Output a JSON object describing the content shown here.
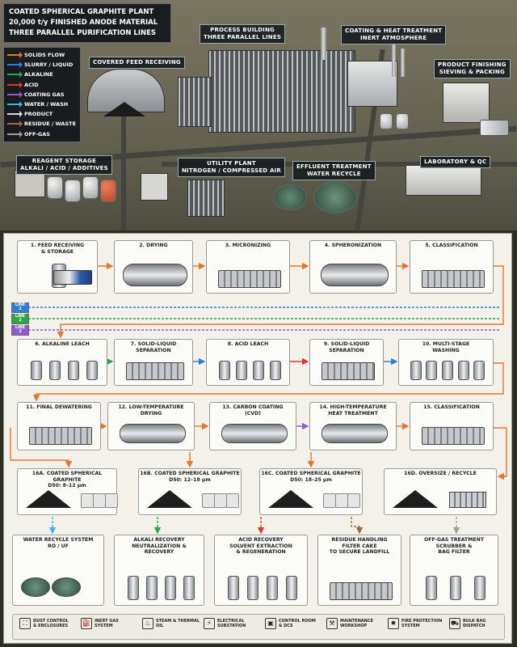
{
  "header": {
    "title_lines": [
      "COATED SPHERICAL GRAPHITE PLANT",
      "20,000 t/y FINISHED ANODE MATERIAL",
      "THREE PARALLEL PURIFICATION LINES"
    ]
  },
  "legend": [
    {
      "label": "SOLIDS FLOW",
      "color": "#e8742a"
    },
    {
      "label": "SLURRY / LIQUID",
      "color": "#2f7ed8"
    },
    {
      "label": "ALKALINE",
      "color": "#29a84a"
    },
    {
      "label": "ACID",
      "color": "#d83a2f"
    },
    {
      "label": "COATING GAS",
      "color": "#8f5bd1"
    },
    {
      "label": "WATER / WASH",
      "color": "#35b6e6"
    },
    {
      "label": "PRODUCT",
      "color": "#d8d8d8"
    },
    {
      "label": "RESIDUE / WASTE",
      "color": "#a36b32"
    },
    {
      "label": "OFF-GAS",
      "color": "#9aa39a"
    }
  ],
  "aerial_labels": {
    "covered_feed": "COVERED FEED RECEIVING",
    "process_building": [
      "PROCESS BUILDING",
      "THREE PARALLEL LINES"
    ],
    "coating": [
      "COATING & HEAT TREATMENT",
      "INERT ATMOSPHERE"
    ],
    "finishing": [
      "PRODUCT FINISHING",
      "SIEVING & PACKING"
    ],
    "reagent": [
      "REAGENT STORAGE",
      "ALKALI / ACID / ADDITIVES"
    ],
    "utility": [
      "UTILITY PLANT",
      "NITROGEN / COMPRESSED AIR"
    ],
    "effluent": [
      "EFFLUENT TREATMENT",
      "WATER RECYCLE"
    ],
    "laboratory": "LABORATORY & QC"
  },
  "steps_row1": [
    [
      "1. FEED RECEIVING",
      "& STORAGE"
    ],
    [
      "2. DRYING"
    ],
    [
      "3. MICRONIZING"
    ],
    [
      "4. SPHERONIZATION"
    ],
    [
      "5. CLASSIFICATION"
    ]
  ],
  "line_tags": [
    {
      "text": [
        "LINE",
        "1"
      ],
      "color": "#2f7ed8"
    },
    {
      "text": [
        "LINE",
        "2"
      ],
      "color": "#29a84a"
    },
    {
      "text": [
        "LINE",
        "3"
      ],
      "color": "#8f5bd1"
    }
  ],
  "steps_row2": [
    [
      "6. ALKALINE LEACH"
    ],
    [
      "7. SOLID-LIQUID",
      "SEPARATION"
    ],
    [
      "8. ACID LEACH"
    ],
    [
      "9. SOLID-LIQUID",
      "SEPARATION"
    ],
    [
      "10. MULTI-STAGE",
      "WASHING"
    ]
  ],
  "steps_row3": [
    [
      "11. FINAL DEWATERING"
    ],
    [
      "12. LOW-TEMPERATURE DRYING"
    ],
    [
      "13. CARBON COATING",
      "(CVD)"
    ],
    [
      "14. HIGH-TEMPERATURE",
      "HEAT TREATMENT"
    ],
    [
      "15. CLASSIFICATION"
    ]
  ],
  "products": [
    [
      "16A. COATED SPHERICAL GRAPHITE",
      "D50: 8–12 μm"
    ],
    [
      "16B. COATED SPHERICAL GRAPHITE",
      "D50: 12–18 μm"
    ],
    [
      "16C. COATED SPHERICAL GRAPHITE",
      "D50: 18–25 μm"
    ],
    [
      "16D. OVERSIZE / RECYCLE"
    ]
  ],
  "support": [
    [
      "WATER RECYCLE SYSTEM",
      "RO / UF"
    ],
    [
      "ALKALI RECOVERY",
      "NEUTRALIZATION &",
      "RECOVERY"
    ],
    [
      "ACID RECOVERY",
      "SOLVENT EXTRACTION",
      "& REGENERATION"
    ],
    [
      "RESIDUE HANDLING",
      "FILTER CAKE",
      "TO SECURE LANDFILL"
    ],
    [
      "OFF-GAS TREATMENT",
      "SCRUBBER &",
      "BAG FILTER"
    ]
  ],
  "icons": [
    {
      "label": [
        "DUST CONTROL",
        "& ENCLOSURES"
      ],
      "icon": "dust-icon",
      "glyph": "⛶"
    },
    {
      "label": [
        "INERT GAS",
        "SYSTEM"
      ],
      "icon": "gas-cylinder-icon",
      "glyph": "⛽"
    },
    {
      "label": [
        "STEAM & THERMAL",
        "OIL"
      ],
      "icon": "thermometer-icon",
      "glyph": "♨"
    },
    {
      "label": [
        "ELECTRICAL",
        "SUBSTATION"
      ],
      "icon": "lightning-icon",
      "glyph": "⚡"
    },
    {
      "label": [
        "CONTROL ROOM",
        "& DCS"
      ],
      "icon": "monitor-icon",
      "glyph": "▣"
    },
    {
      "label": [
        "MAINTENANCE",
        "WORKSHOP"
      ],
      "icon": "wrench-icon",
      "glyph": "⚒"
    },
    {
      "label": [
        "FIRE PROTECTION",
        "SYSTEM"
      ],
      "icon": "fire-icon",
      "glyph": "✹"
    },
    {
      "label": [
        "BULK BAG",
        "DISPATCH"
      ],
      "icon": "truck-icon",
      "glyph": "⛟"
    }
  ]
}
